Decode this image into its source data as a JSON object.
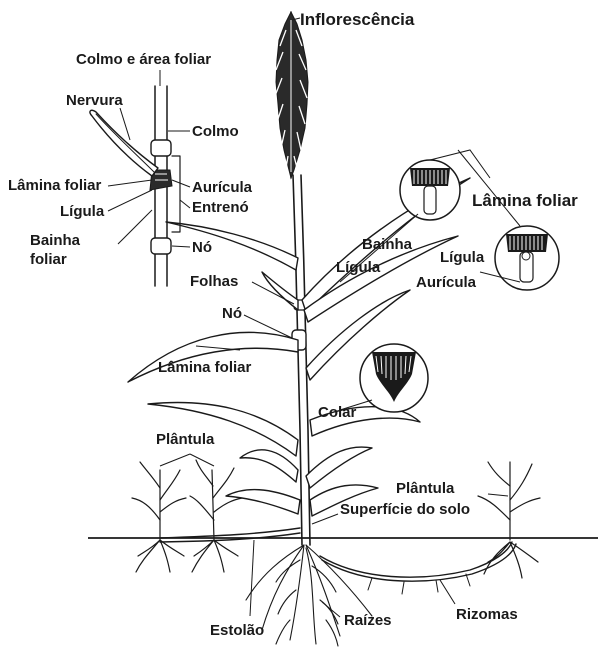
{
  "labels": {
    "inflorescence": "Inflorescência",
    "stem_leaf_area": "Colmo e área foliar",
    "vein": "Nervura",
    "culm": "Colmo",
    "leaf_blade_inset": "Lâmina foliar",
    "auricle_inset": "Aurícula",
    "internode": "Entrenó",
    "ligule_inset": "Lígula",
    "sheath_inset": "Bainha foliar",
    "node_inset": "Nó",
    "leaf_blade_right": "Lâmina foliar",
    "sheath": "Bainha",
    "ligule": "Lígula",
    "ligule_right": "Lígula",
    "auricle_right": "Aurícula",
    "leaves": "Folhas",
    "node": "Nó",
    "leaf_blade_left": "Lâmina foliar",
    "collar": "Colar",
    "seedling_left": "Plântula",
    "seedling_right": "Plântula",
    "soil_surface": "Superfície do solo",
    "stolon": "Estolão",
    "roots": "Raízes",
    "rhizomes": "Rizomas"
  }
}
